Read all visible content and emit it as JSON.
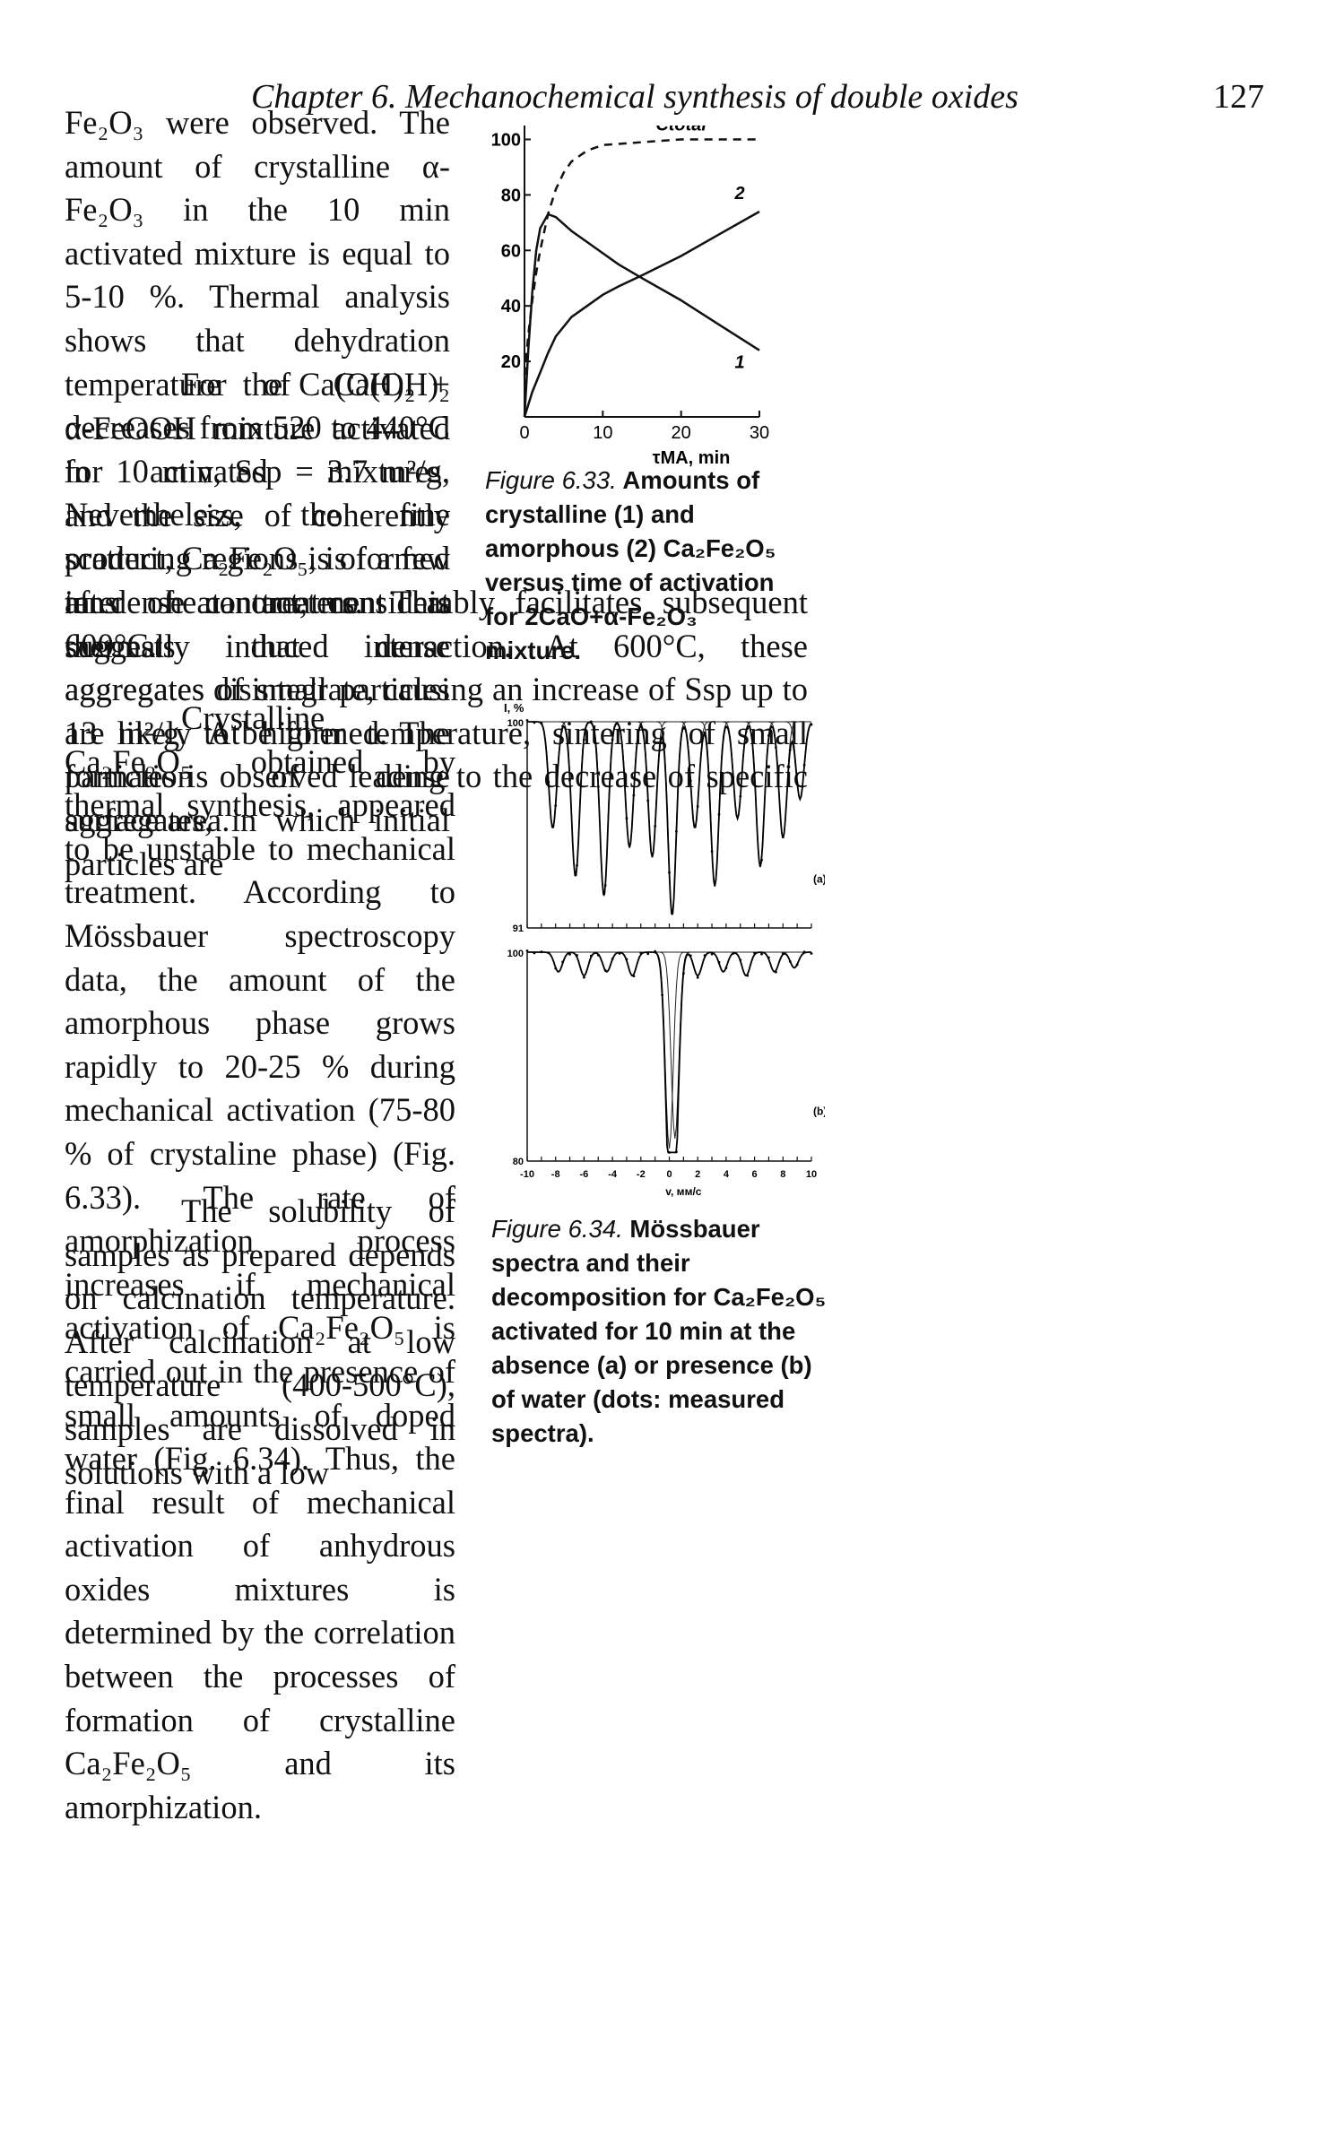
{
  "header": {
    "running_title": "Chapter 6. Mechanochemical synthesis of double oxides",
    "page_number": "127"
  },
  "body": {
    "p1": "Fe₂O₃ were observed. The amount of crystalline α-Fe₂O₃ in the 10 min activated mixture is equal to 5-10 %. Thermal analysis shows that dehydration temperature of Ca(OH)₂ decreases from 520 to 440°C in activated mixtures. Nevertheless, the fine product, Ca₂Fe₂O₅, is formed after heat treatment at 600°C.",
    "p2a": "For the Ca(OH)₂ + α-FeOOH mixture activated for 10 min, Ssp = 3.7 m²/g, and the size of coherently scattering regions is of a few tens of nanometers. This suggests that dense aggregates of small particles are likely to be formed. The formation of dense aggregates, in which initial particles are",
    "p2b": "in dense contact, considerably facilitates subsequent thermally induced interaction. At 600°C, these aggregates disintegrate, causing an increase of Ssp up to 13 m²/g. At higher temperature, sintering of small particles is observed leading to the decrease of specific surface area.",
    "p3": "Crystalline Ca₂Fe₂O₅ obtained by thermal synthesis, appeared to be unstable to mechanical treatment. According to Mössbauer spectroscopy data, the amount of the amorphous phase grows rapidly to 20-25 % during mechanical activation (75-80 % of crystaline phase) (Fig. 6.33). The rate of amorphization process increases if mechanical activation of Ca₂Fe₂O₅ is carried out in the presence of small amounts of doped water (Fig. 6.34). Thus, the final result of mechanical activation of anhydrous oxides mixtures is determined by the correlation between the processes of formation of crystalline Ca₂Fe₂O₅ and its amorphization.",
    "p4": "The solubility of samples as prepared depends on calcination temperature. After calcination at low temperature (400-500°C), samples are dissolved in solutions with a low"
  },
  "figure_633": {
    "caption_label": "Figure 6.33.",
    "caption_text": "Amounts of crystalline (1) and amorphous (2) Ca₂Fe₂O₅ versus time of activation for 2CaO+α-Fe₂O₃ mixture."
  },
  "figure_634": {
    "caption_label": "Figure 6.34.",
    "caption_text": "Mössbauer spectra and their decomposition for Ca₂Fe₂O₅ activated for 10 min at the absence (a) or presence (b) of water (dots: measured spectra).",
    "y_unit": "I, %",
    "panel_a": {
      "label": "(a)",
      "y_top": "100",
      "y_bottom": "91"
    },
    "panel_b": {
      "label": "(b)",
      "y_top": "100",
      "y_bottom": "80"
    },
    "x_label": "v, мм/с",
    "x_ticks": [
      "-10",
      "-8",
      "-6",
      "-4",
      "-2",
      "0",
      "2",
      "4",
      "6",
      "8",
      "10"
    ]
  },
  "chart_data": [
    {
      "type": "line",
      "xlabel": "τMA, min",
      "ylabel": "",
      "xlim": [
        0,
        30
      ],
      "ylim": [
        0,
        105
      ],
      "x_ticks": [
        "0",
        "10",
        "20",
        "30"
      ],
      "y_ticks": [
        "20",
        "40",
        "60",
        "80",
        "100"
      ],
      "grid": false,
      "series": [
        {
          "name": "Ctotal",
          "style": "dashed",
          "x": [
            0,
            0.5,
            1,
            1.5,
            2,
            3,
            4,
            5,
            6,
            8,
            10,
            15,
            20,
            25,
            30
          ],
          "y": [
            15,
            30,
            42,
            52,
            60,
            73,
            82,
            88,
            92,
            96,
            98,
            99,
            100,
            100,
            100
          ]
        },
        {
          "name": "1",
          "style": "solid",
          "x": [
            0,
            0.5,
            1,
            1.5,
            2,
            3,
            4,
            6,
            8,
            10,
            12,
            15,
            20,
            25,
            30
          ],
          "y": [
            0,
            25,
            45,
            60,
            68,
            73,
            72,
            67,
            63,
            59,
            55,
            50,
            42,
            33,
            24
          ]
        },
        {
          "name": "2",
          "style": "solid",
          "x": [
            0,
            1,
            2,
            3,
            4,
            6,
            8,
            10,
            12,
            15,
            20,
            25,
            30
          ],
          "y": [
            0,
            9,
            16,
            23,
            29,
            36,
            40,
            44,
            47,
            51,
            58,
            66,
            74
          ]
        }
      ]
    }
  ]
}
